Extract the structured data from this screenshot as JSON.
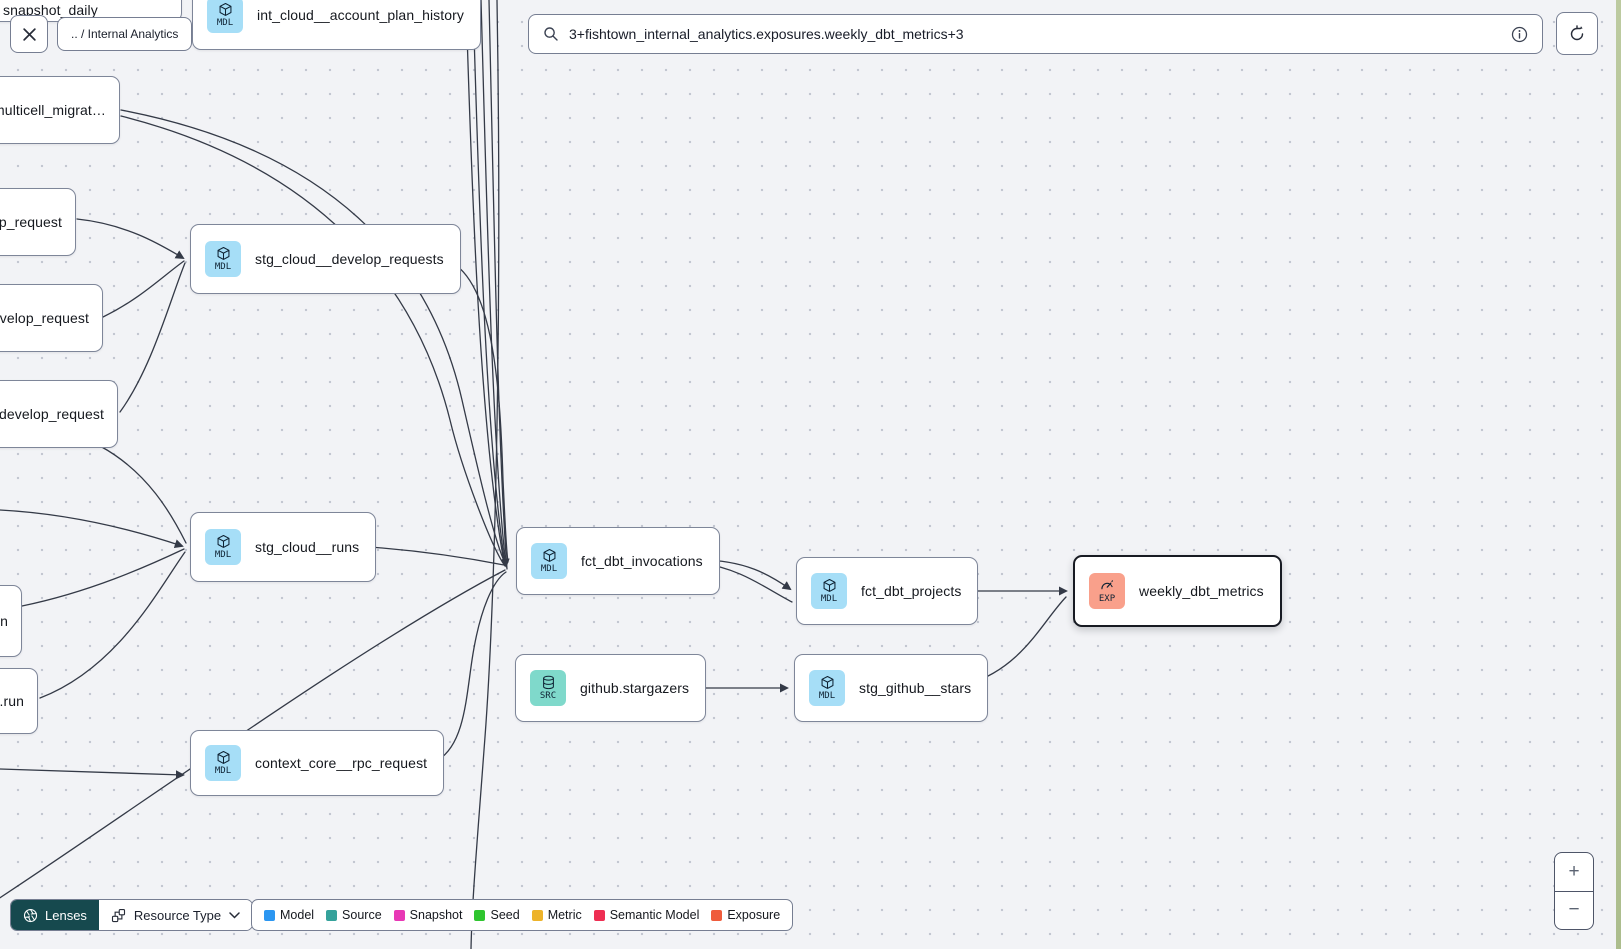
{
  "topbar": {
    "breadcrumb": ".. / Internal Analytics",
    "search": {
      "value": "3+fishtown_internal_analytics.exposures.weekly_dbt_metrics+3"
    }
  },
  "graph": {
    "nodes": [
      {
        "label": "snapshot_daily",
        "badge": ""
      },
      {
        "label": "int_cloud__account_plan_history",
        "badge": "MDL"
      },
      {
        "label": "multicell_migrat…",
        "badge": ""
      },
      {
        "label": "p_request",
        "badge": ""
      },
      {
        "label": "velop_request",
        "badge": ""
      },
      {
        "label": ".develop_request",
        "badge": ""
      },
      {
        "label": "stg_cloud__develop_requests",
        "badge": "MDL"
      },
      {
        "label": "stg_cloud__runs",
        "badge": "MDL"
      },
      {
        "label": "n",
        "badge": ""
      },
      {
        "label": ".run",
        "badge": ""
      },
      {
        "label": "context_core__rpc_request",
        "badge": "MDL"
      },
      {
        "label": "fct_dbt_invocations",
        "badge": "MDL"
      },
      {
        "label": "github.stargazers",
        "badge": "SRC"
      },
      {
        "label": "fct_dbt_projects",
        "badge": "MDL"
      },
      {
        "label": "stg_github__stars",
        "badge": "MDL"
      },
      {
        "label": "weekly_dbt_metrics",
        "badge": "EXP"
      }
    ]
  },
  "lenses": {
    "label": "Lenses",
    "resource_type": "Resource Type"
  },
  "legend": {
    "items": [
      {
        "label": "Model",
        "color": "#2b96f1"
      },
      {
        "label": "Source",
        "color": "#35a29b"
      },
      {
        "label": "Snapshot",
        "color": "#e838b5"
      },
      {
        "label": "Seed",
        "color": "#2fc52f"
      },
      {
        "label": "Metric",
        "color": "#edb32a"
      },
      {
        "label": "Semantic Model",
        "color": "#ee2e52"
      },
      {
        "label": "Exposure",
        "color": "#ef5c3c"
      }
    ]
  },
  "zoom": {
    "in": "+",
    "out": "−"
  },
  "icons": {
    "close": "x-mark",
    "search": "magnifier",
    "info": "circle-i",
    "refresh": "circular-arrow",
    "model_badge": "cube",
    "source_badge": "database",
    "exposure_badge": "gauge",
    "lenses": "aperture",
    "resource_type": "workflow-squares",
    "dropdown": "chevron-down"
  },
  "colors": {
    "model_badge": "#a6def7",
    "source_badge": "#7fd9cb",
    "exposure_badge": "#f9a08b",
    "edge": "#343a47",
    "selected_border": "#171a22",
    "lenses_pill": "#16494e"
  }
}
